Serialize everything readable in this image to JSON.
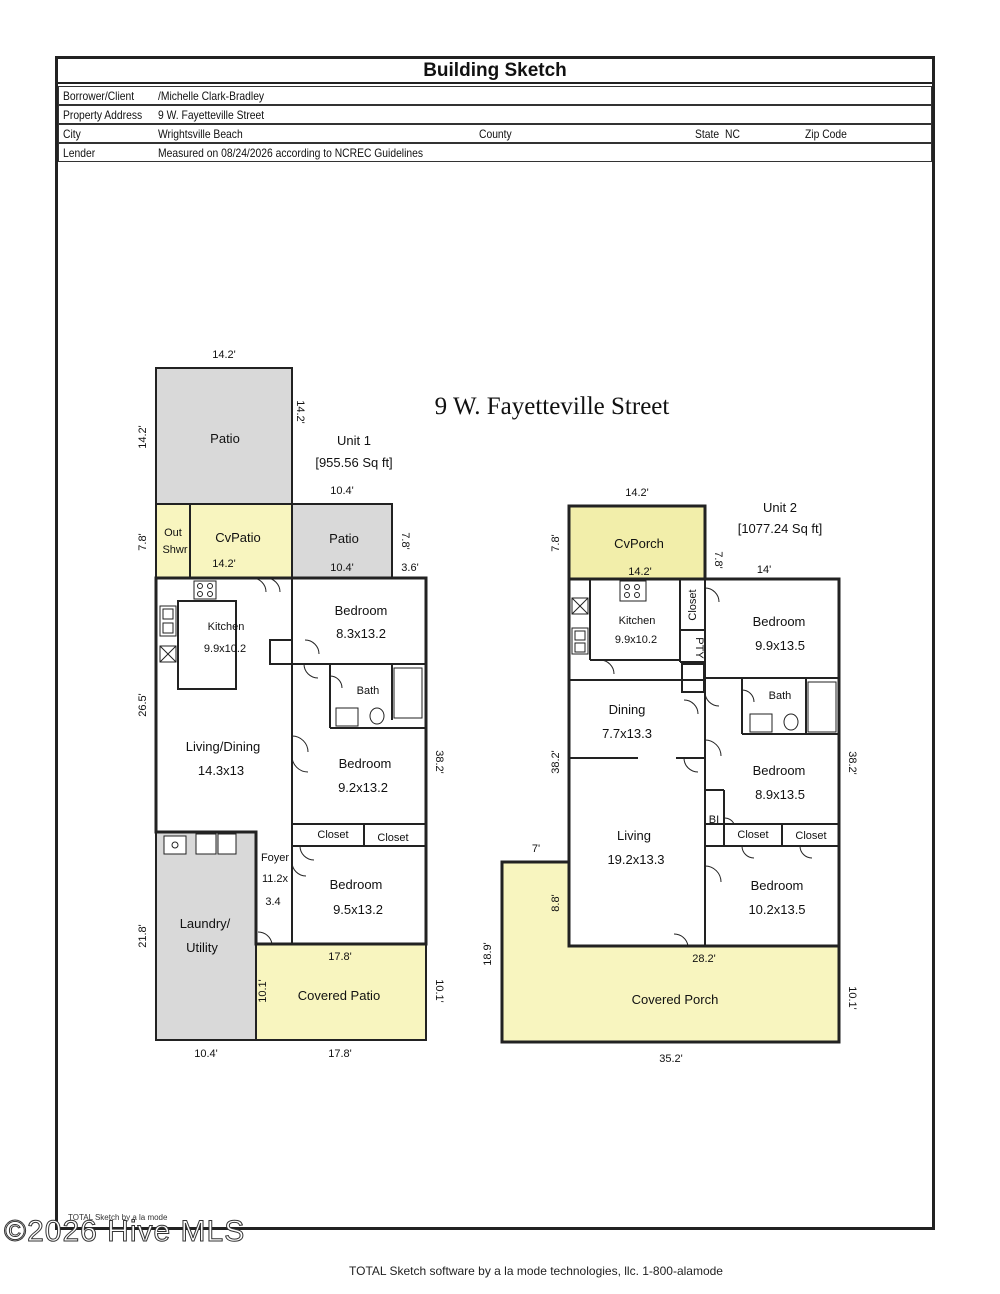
{
  "header": {
    "title": "Building Sketch",
    "borrower_label": "Borrower/Client",
    "borrower_value": "/Michelle Clark-Bradley",
    "address_label": "Property Address",
    "address_value": "9 W. Fayetteville Street",
    "city_label": "City",
    "city_value": "Wrightsville Beach",
    "county_label": "County",
    "state_label": "State",
    "state_value": "NC",
    "zip_label": "Zip Code",
    "lender_label": "Lender",
    "lender_value": "Measured on 08/24/2026 according to NCREC Guidelines"
  },
  "plan_title": "9 W. Fayetteville Street",
  "unit1": {
    "name": "Unit 1",
    "area": "[955.56 Sq ft]",
    "rooms": {
      "patio_top": "Patio",
      "out_shwr_1": "Out",
      "out_shwr_2": "Shwr",
      "cvpatio": "CvPatio",
      "patio_small": "Patio",
      "kitchen": "Kitchen",
      "kitchen_dim": "9.9x10.2",
      "bedroom1": "Bedroom",
      "bedroom1_dim": "8.3x13.2",
      "bath": "Bath",
      "living": "Living/Dining",
      "living_dim": "14.3x13",
      "bedroom2": "Bedroom",
      "bedroom2_dim": "9.2x13.2",
      "closet_a": "Closet",
      "closet_b": "Closet",
      "foyer": "Foyer",
      "foyer_dim1": "11.2x",
      "foyer_dim2": "3.4",
      "bedroom3": "Bedroom",
      "bedroom3_dim": "9.5x13.2",
      "laundry1": "Laundry/",
      "laundry2": "Utility",
      "covered_patio": "Covered Patio"
    },
    "dims": {
      "top": "14.2'",
      "patio_left": "14.2'",
      "patio_right": "14.2'",
      "small_patio_top": "10.4'",
      "cv_left": "7.8'",
      "cv_inner": "14.2'",
      "small_patio_bottom": "10.4'",
      "small_patio_right": "7.8'",
      "step": "3.6'",
      "left_main": "26.5'",
      "right_main": "38.2'",
      "laundry_left": "21.8'",
      "cov_top": "17.8'",
      "cov_left": "10.1'",
      "cov_right": "10.1'",
      "bottom_left": "10.4'",
      "bottom_right": "17.8'"
    }
  },
  "unit2": {
    "name": "Unit 2",
    "area": "[1077.24 Sq ft]",
    "rooms": {
      "cvporch": "CvPorch",
      "kitchen": "Kitchen",
      "kitchen_dim": "9.9x10.2",
      "closet_v": "Closet",
      "pty": "PTY",
      "bedroom1": "Bedroom",
      "bedroom1_dim": "9.9x13.5",
      "bath": "Bath",
      "dining": "Dining",
      "dining_dim": "7.7x13.3",
      "bedroom2": "Bedroom",
      "bedroom2_dim": "8.9x13.5",
      "bi": "BI",
      "closet_a": "Closet",
      "closet_b": "Closet",
      "living": "Living",
      "living_dim": "19.2x13.3",
      "bedroom3": "Bedroom",
      "bedroom3_dim": "10.2x13.5",
      "covered_porch": "Covered Porch"
    },
    "dims": {
      "top": "14.2'",
      "cv_left": "7.8'",
      "cv_right": "7.8'",
      "cv_inner": "14.2'",
      "right_top": "14'",
      "left_main": "38.2'",
      "right_main": "38.2'",
      "porch_step": "7'",
      "porch_inner": "8.8'",
      "porch_left": "18.9'",
      "porch_inner_top": "28.2'",
      "porch_right": "10.1'",
      "bottom": "35.2'"
    }
  },
  "colors": {
    "gray_fill": "#d9d9d9",
    "yellow_fill": "#f8f5bf",
    "yellow_dark": "#f2eeaa",
    "line": "#222222"
  },
  "footer": {
    "sketch_credit": "TOTAL Sketch by a la mode",
    "watermark": "©2026 Hive MLS",
    "software": "TOTAL Sketch software by a la mode technologies, llc. 1-800-alamode"
  }
}
